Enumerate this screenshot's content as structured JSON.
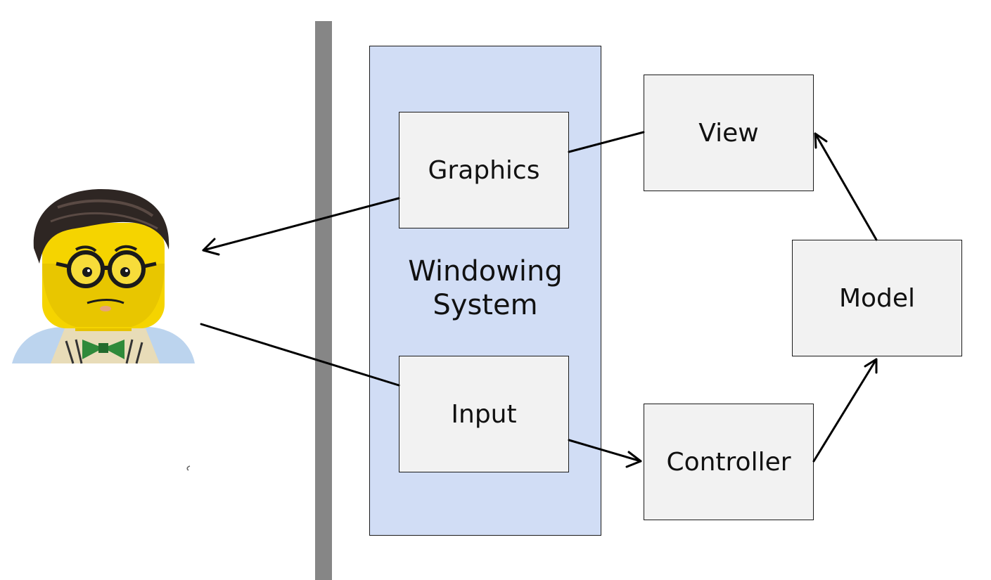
{
  "diagram": {
    "windowing_system": {
      "label_line1": "Windowing",
      "label_line2": "System"
    },
    "boxes": {
      "graphics": "Graphics",
      "input": "Input",
      "view": "View",
      "model": "Model",
      "controller": "Controller"
    },
    "colors": {
      "windowing_fill": "#d1ddf5",
      "box_fill": "#f2f2f2",
      "separator": "#868686",
      "line": "#000000"
    },
    "icons": {
      "user": "lego-minifigure-avatar"
    }
  }
}
